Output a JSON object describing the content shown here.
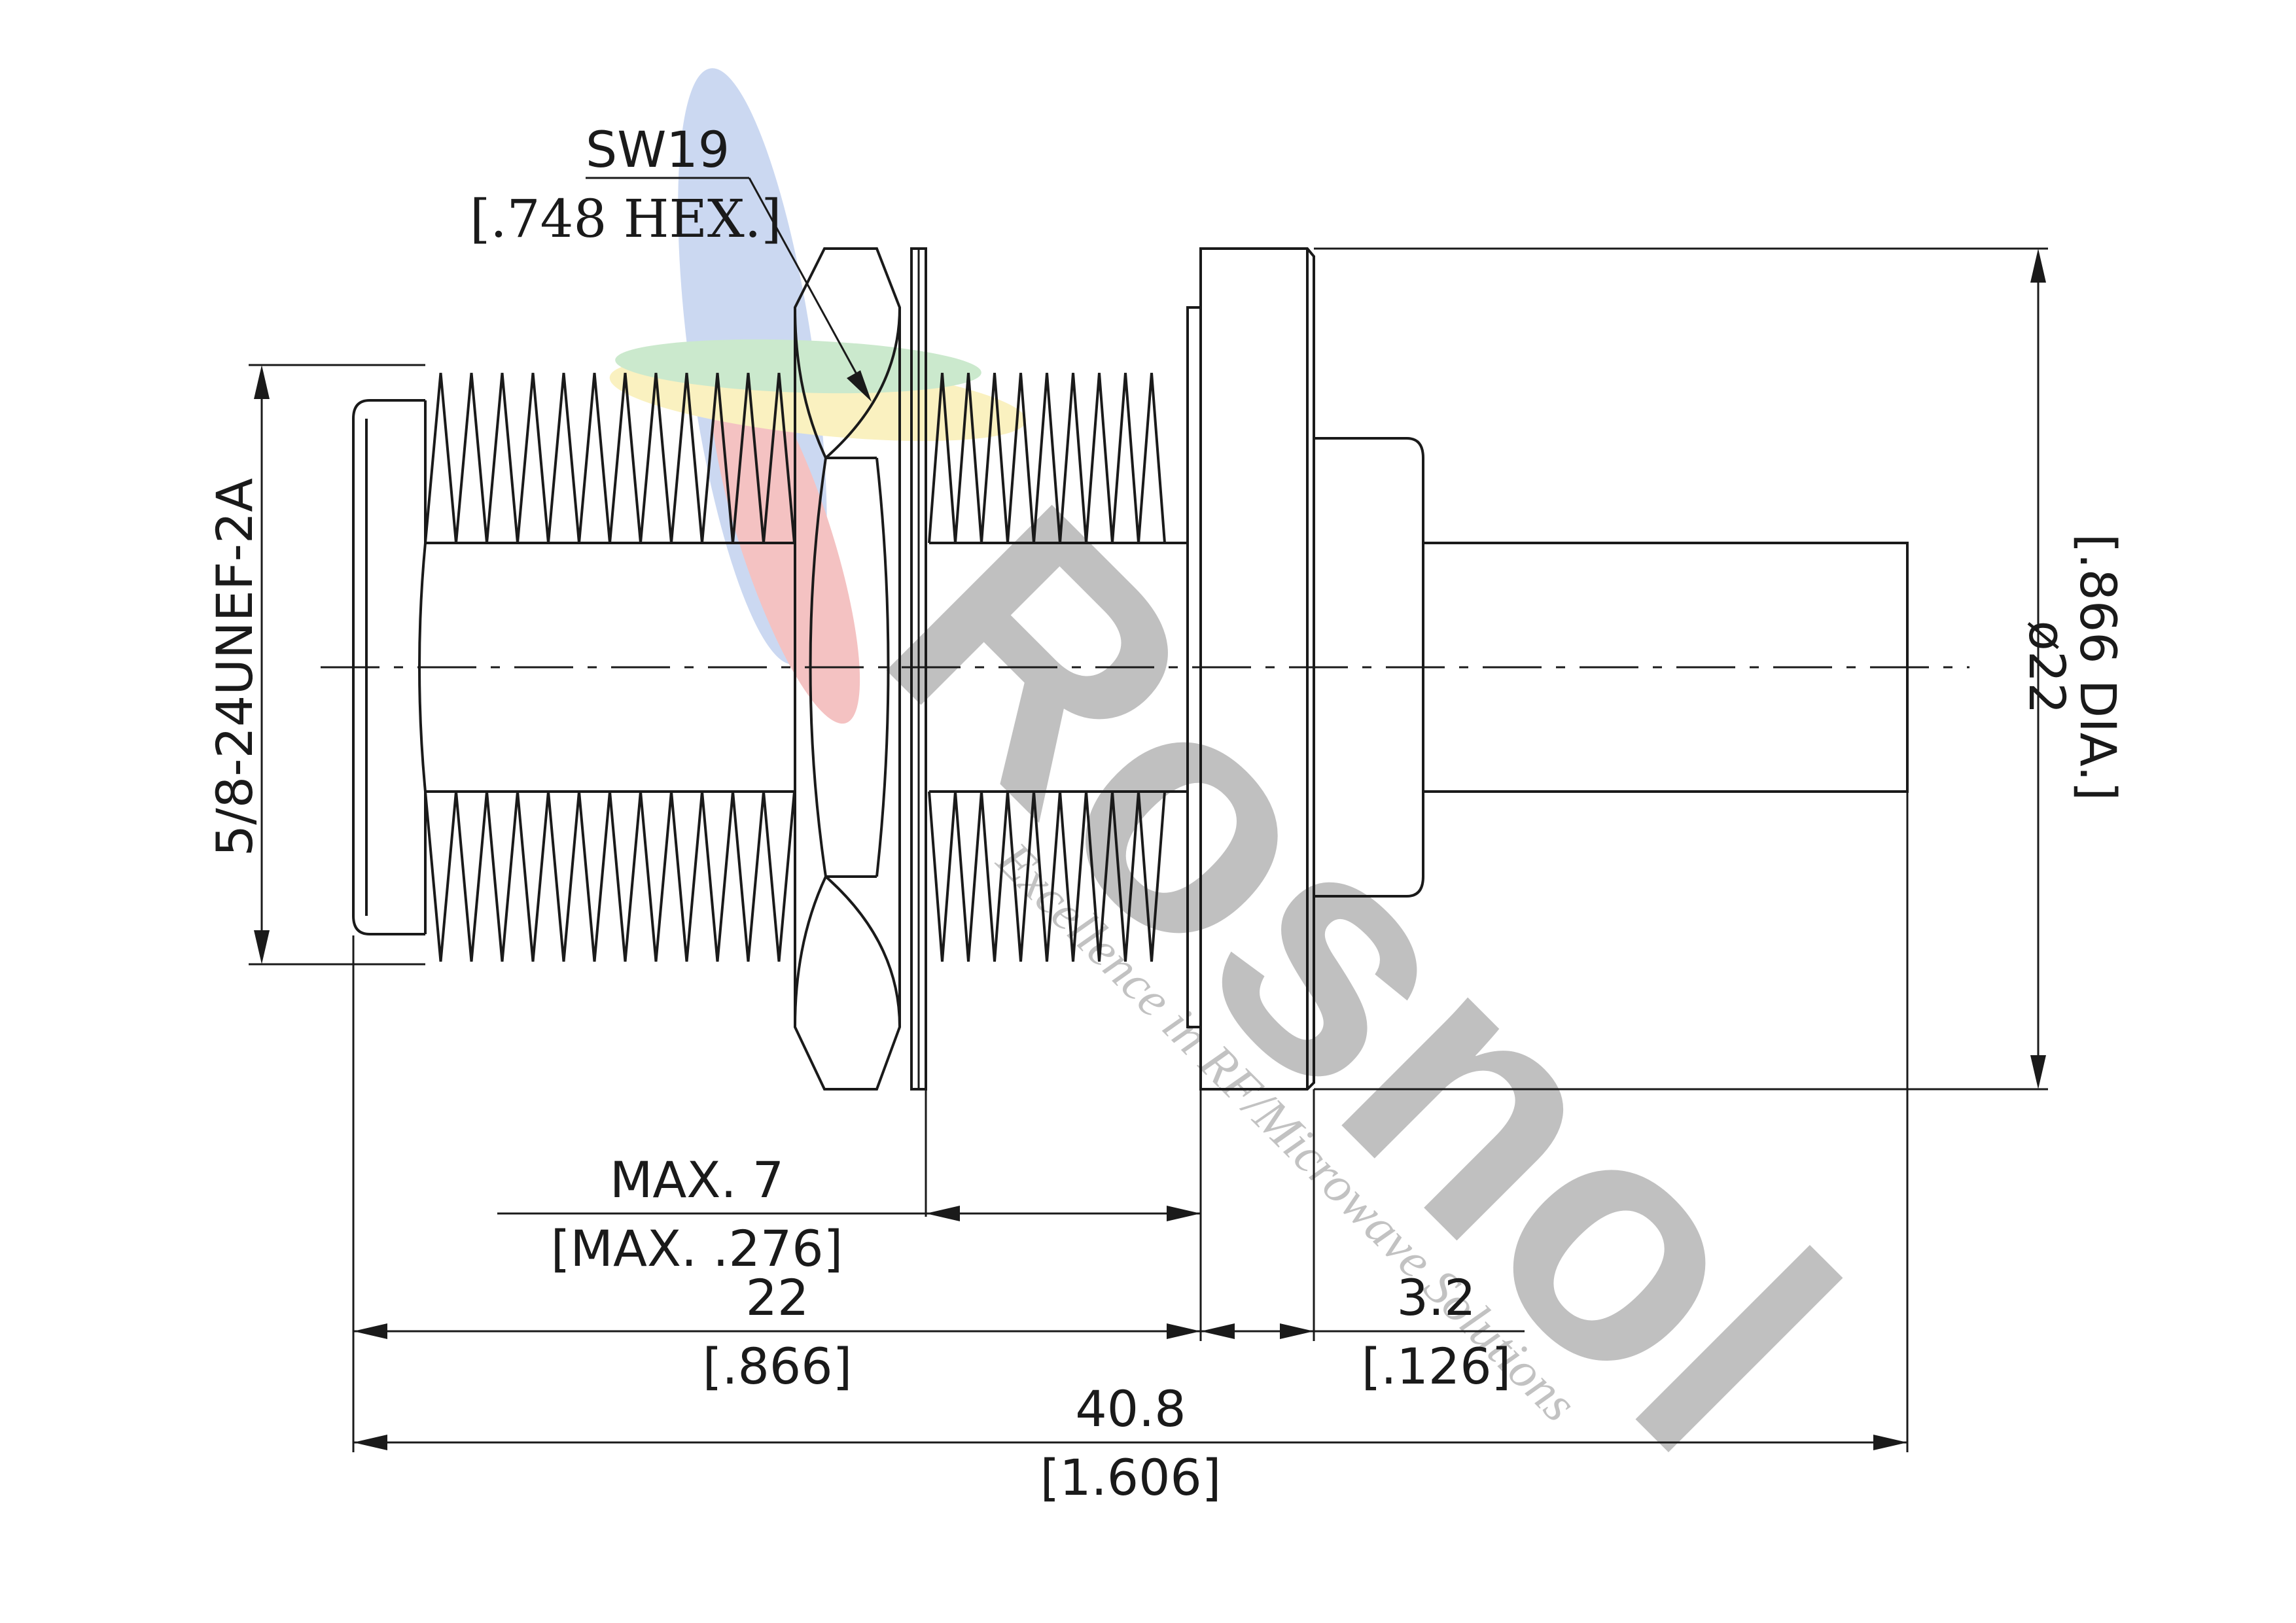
{
  "labels": {
    "hex_mm": "SW19",
    "hex_in": "[.748 HEX.]",
    "thread": "5/8-24UNEF-2A",
    "diameter_mm": "ø22",
    "diameter_in": "[.866 DIA.]",
    "max_mm": "MAX. 7",
    "max_in": "[MAX. .276]",
    "len22_mm": "22",
    "len22_in": "[.866]",
    "flange_mm": "3.2",
    "flange_in": "[.126]",
    "total_mm": "40.8",
    "total_in": "[1.606]"
  },
  "watermark": {
    "brand": "Rosnol",
    "tagline": "Excellence in RF/Microwave Solutions",
    "colors": {
      "gray": "#8c8c8c",
      "blue": "#6a8fd6",
      "red": "#e05050",
      "yellow": "#f0d84a",
      "green": "#6cc070"
    }
  },
  "colors": {
    "line": "#1a1a1a",
    "background": "#ffffff"
  }
}
